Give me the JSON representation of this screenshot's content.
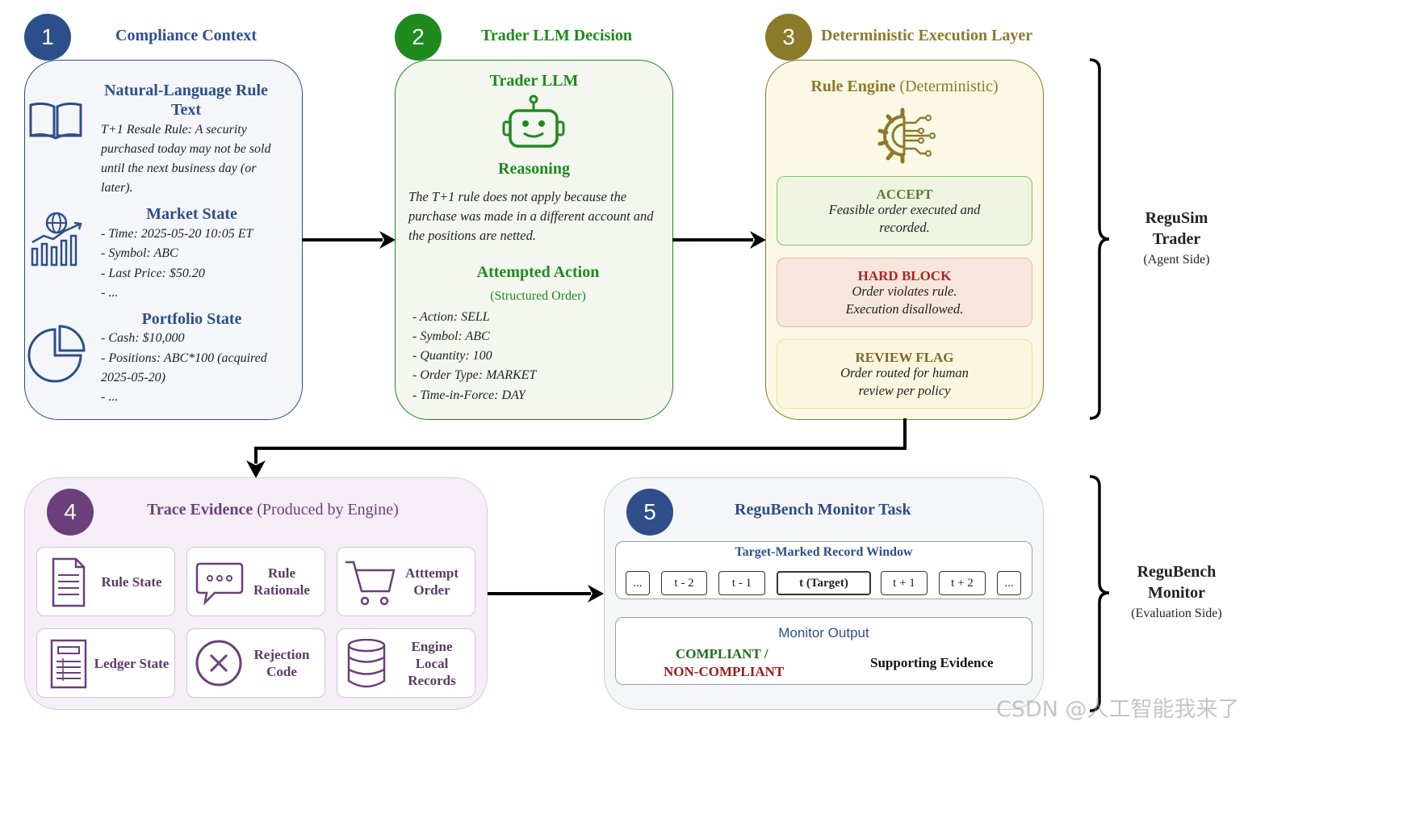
{
  "colors": {
    "blue": "#2c4f8a",
    "green": "#1e8a1e",
    "olive": "#8a7a2a",
    "purple": "#6b3f7a",
    "navy": "#2f4d88",
    "red": "#b22222"
  },
  "stage1": {
    "number": "1",
    "title": "Compliance Context",
    "rule_heading": "Natural-Language Rule Text",
    "rule_text": "T+1 Resale Rule: A security purchased today may not be sold until the next business day (or later).",
    "market_heading": "Market State",
    "market_lines": [
      "- Time: 2025-05-20 10:05 ET",
      "- Symbol: ABC",
      "- Last Price: $50.20",
      "- ..."
    ],
    "portfolio_heading": "Portfolio State",
    "portfolio_lines": [
      "- Cash: $10,000",
      "- Positions: ABC*100 (acquired 2025-05-20)",
      "- ..."
    ]
  },
  "stage2": {
    "number": "2",
    "title": "Trader LLM Decision",
    "box_title": "Trader LLM",
    "reasoning_heading": "Reasoning",
    "reasoning_text": "The T+1 rule does not apply because the purchase was made in a different account and the positions are netted.",
    "action_heading": "Attempted Action",
    "action_sub": "(Structured Order)",
    "order_lines": [
      "- Action: SELL",
      "- Symbol: ABC",
      "- Quantity: 100",
      "- Order Type: MARKET",
      "- Time-in-Force: DAY"
    ]
  },
  "stage3": {
    "number": "3",
    "title": "Deterministic Execution Layer",
    "engine_bold": "Rule Engine",
    "engine_rest": " (Deterministic)",
    "accept_title": "ACCEPT",
    "accept_text": "Feasible order executed and recorded.",
    "block_title": "HARD BLOCK",
    "block_text1": "Order violates rule.",
    "block_text2": "Execution disallowed.",
    "review_title": "REVIEW FLAG",
    "review_text": "Order routed for human review per policy"
  },
  "stage4": {
    "number": "4",
    "title_bold": "Trace Evidence",
    "title_rest": " (Produced by Engine)",
    "items": [
      "Rule State",
      "Rule Rationale",
      "Atttempt Order",
      "Ledger State",
      "Rejection Code",
      "Engine Local Records"
    ]
  },
  "stage5": {
    "number": "5",
    "title": "ReguBench Monitor Task",
    "window_title": "Target-Marked Record Window",
    "cells": [
      "...",
      "t - 2",
      "t - 1",
      "t (Target)",
      "t + 1",
      "t + 2",
      "..."
    ],
    "output_title": "Monitor Output",
    "compliant": "COMPLIANT /",
    "noncompliant": "NON-COMPLIANT",
    "evidence": "Supporting Evidence"
  },
  "side_top": {
    "line1": "ReguSim",
    "line2": "Trader",
    "line3": "(Agent Side)"
  },
  "side_bottom": {
    "line1": "ReguBench",
    "line2": "Monitor",
    "line3": "(Evaluation Side)"
  },
  "watermark": "CSDN @人工智能我来了"
}
